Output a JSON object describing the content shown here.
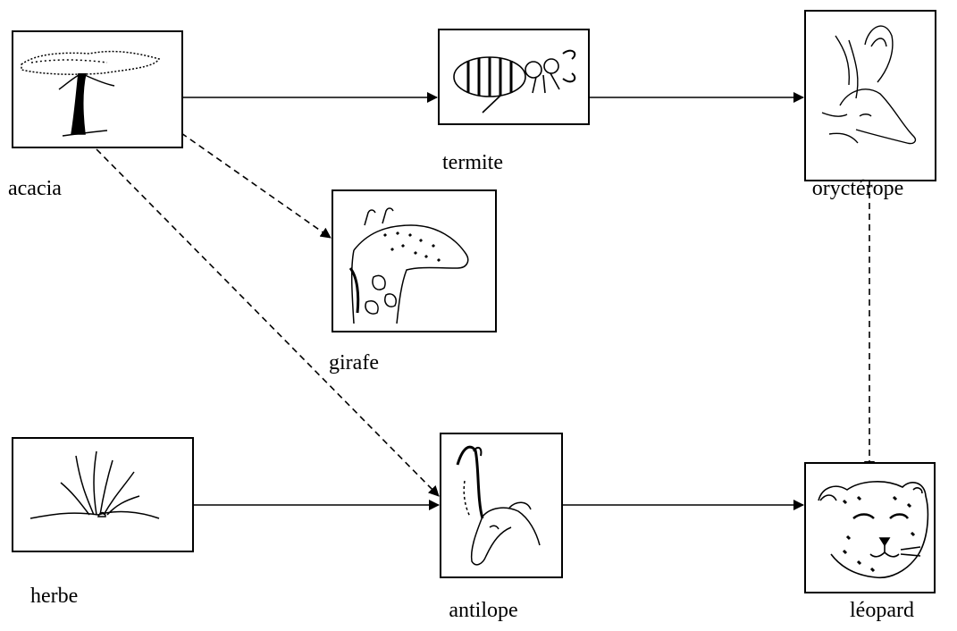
{
  "organisms": {
    "acacia": {
      "label": "acacia",
      "icon": "acacia-tree-icon"
    },
    "termite": {
      "label": "termite",
      "icon": "termite-icon"
    },
    "oryctérope": {
      "label": "oryctérope",
      "icon": "aardvark-icon"
    },
    "girafe": {
      "label": "girafe",
      "icon": "giraffe-icon"
    },
    "herbe": {
      "label": "herbe",
      "icon": "grass-icon"
    },
    "antilope": {
      "label": "antilope",
      "icon": "antelope-icon"
    },
    "leopard": {
      "label": "léopard",
      "icon": "leopard-icon"
    }
  },
  "links": [
    {
      "from": "acacia",
      "to": "termite",
      "style": "solid"
    },
    {
      "from": "termite",
      "to": "oryctérope",
      "style": "solid"
    },
    {
      "from": "acacia",
      "to": "girafe",
      "style": "dashed"
    },
    {
      "from": "acacia",
      "to": "antilope",
      "style": "dashed"
    },
    {
      "from": "herbe",
      "to": "antilope",
      "style": "solid"
    },
    {
      "from": "antilope",
      "to": "leopard",
      "style": "solid"
    },
    {
      "from": "oryctérope",
      "to": "leopard",
      "style": "dashed"
    }
  ],
  "colors": {
    "line": "#000000",
    "box_fill": "#ffffff"
  }
}
